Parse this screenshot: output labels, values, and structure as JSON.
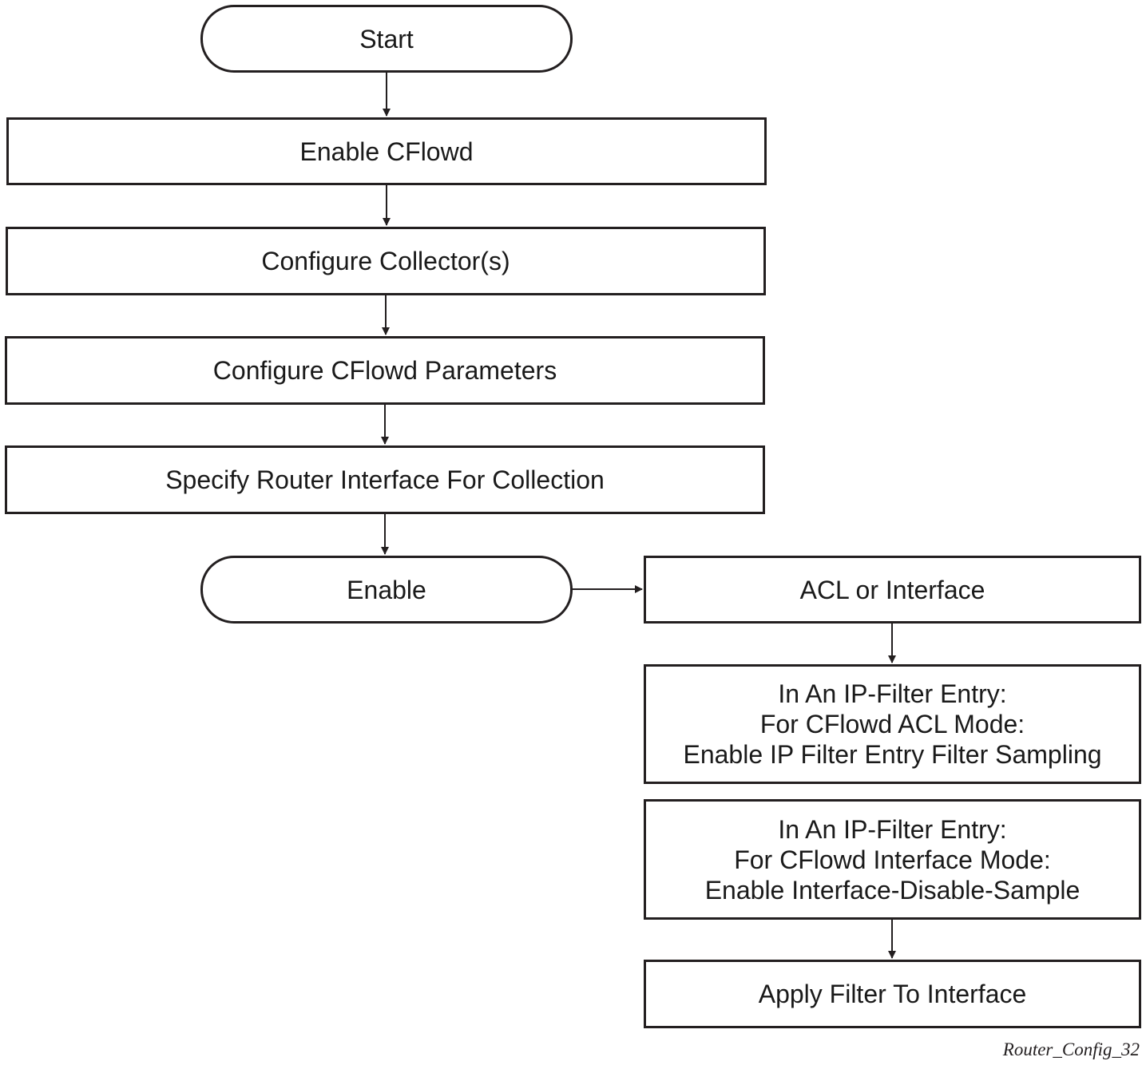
{
  "nodes": {
    "start": "Start",
    "enable_cflowd": "Enable CFlowd",
    "configure_collectors": "Configure Collector(s)",
    "configure_parameters": "Configure CFlowd Parameters",
    "specify_interface": "Specify Router Interface For Collection",
    "enable": "Enable",
    "acl_or_interface": "ACL or Interface",
    "acl_mode": {
      "line1": "In An IP-Filter Entry:",
      "line2": "For CFlowd ACL Mode:",
      "line3": "Enable IP Filter Entry Filter Sampling"
    },
    "interface_mode": {
      "line1": "In An IP-Filter Entry:",
      "line2": "For CFlowd Interface Mode:",
      "line3": "Enable Interface-Disable-Sample"
    },
    "apply_filter": "Apply Filter To Interface"
  },
  "figure_id": "Router_Config_32"
}
